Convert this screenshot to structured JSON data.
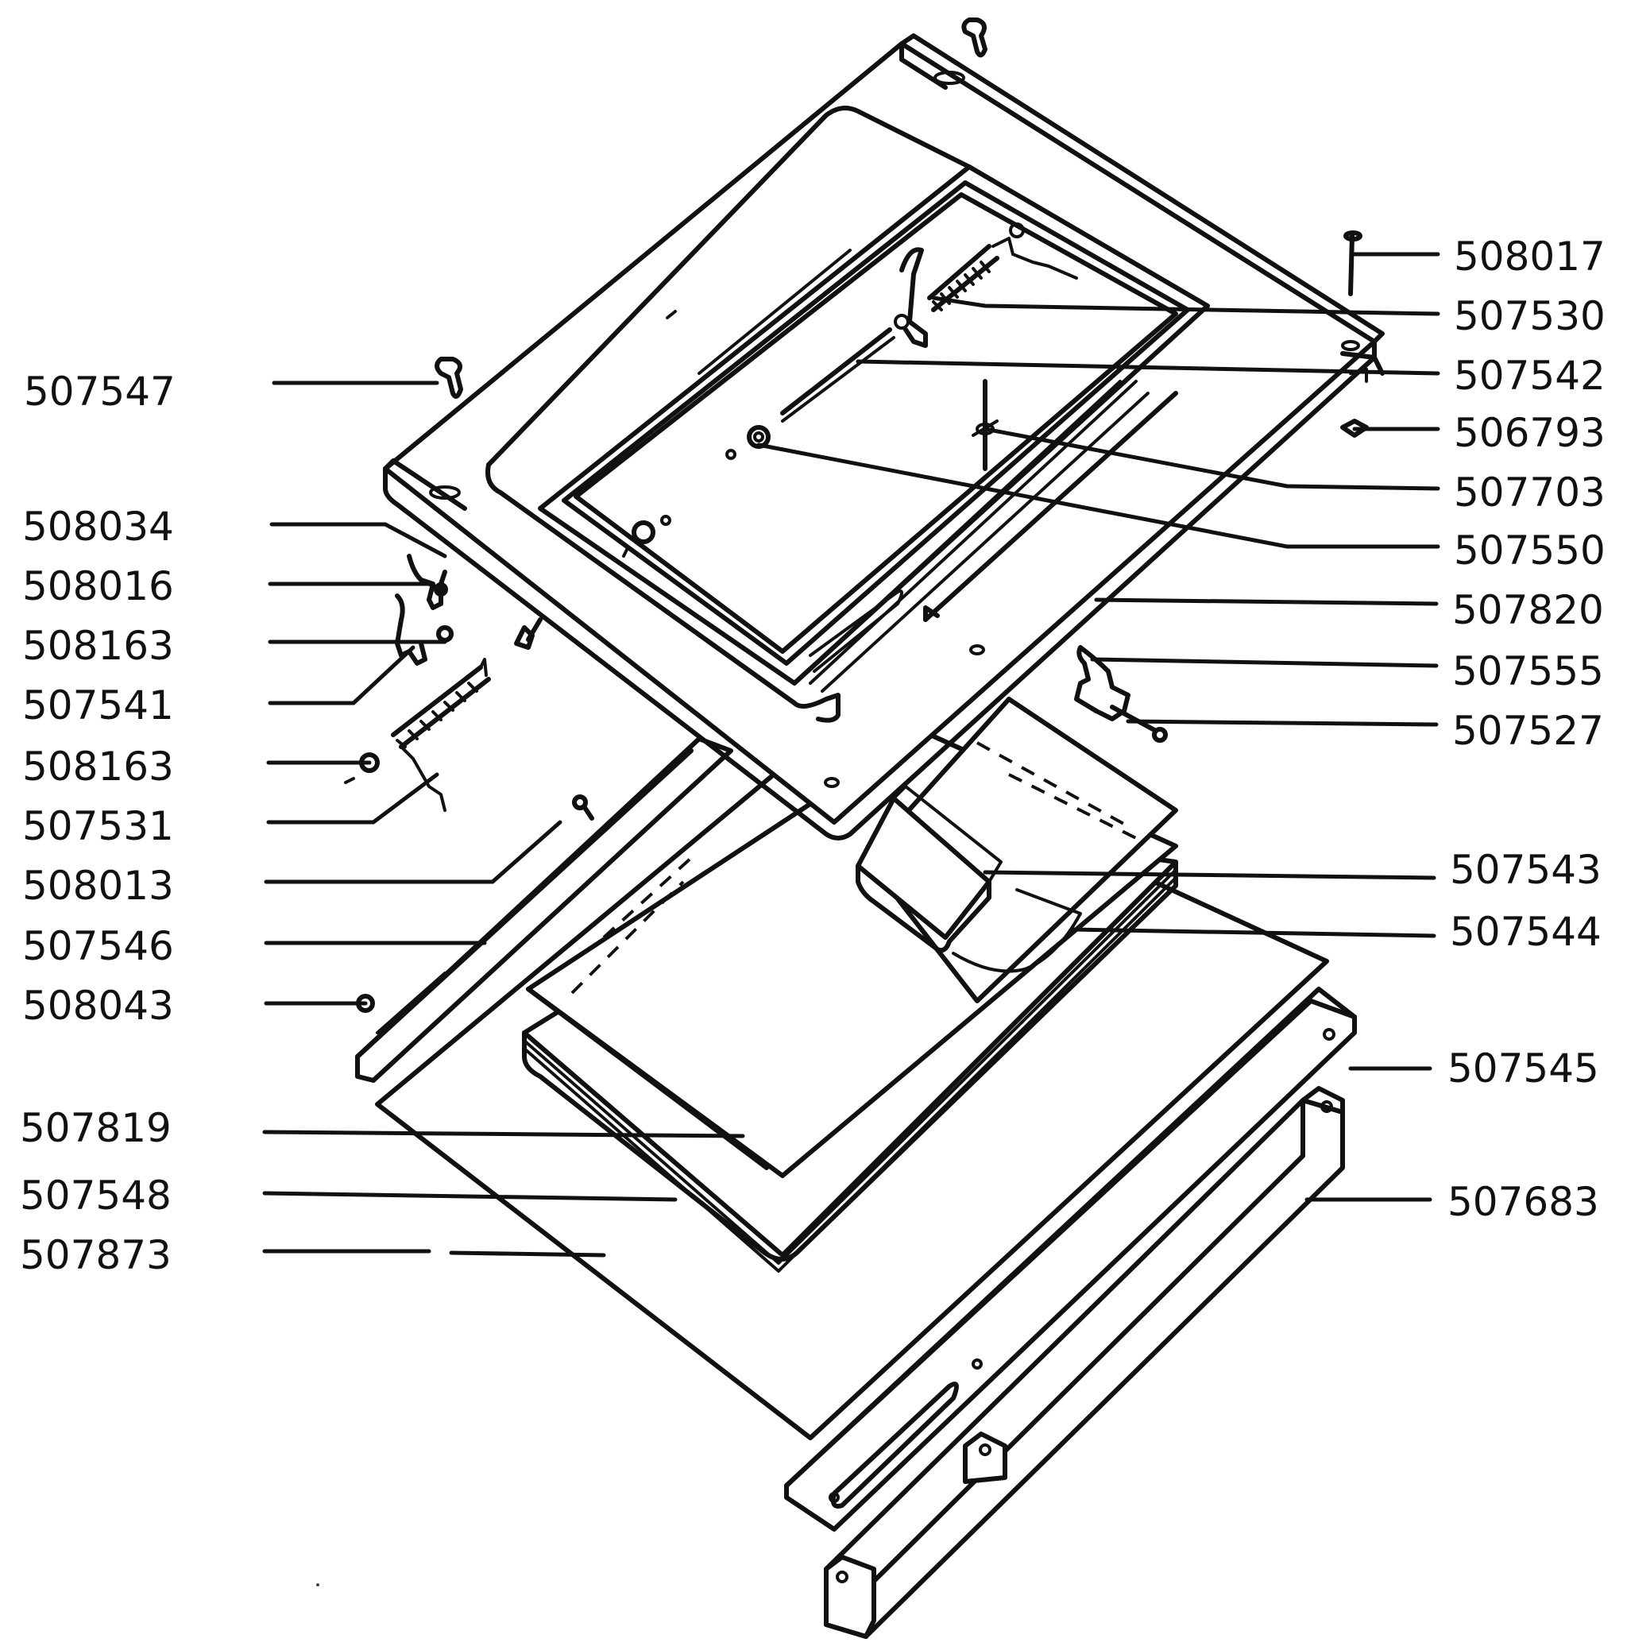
{
  "labels_left": [
    "507547",
    "508034",
    "508016",
    "508163",
    "507541",
    "508163",
    "507531",
    "508013",
    "507546",
    "508043",
    "507819",
    "507548",
    "507873"
  ],
  "labels_right": [
    "508017",
    "507530",
    "507542",
    "506793",
    "507703",
    "507550",
    "507820",
    "507555",
    "507527",
    "507543",
    "507544",
    "507545",
    "507683"
  ]
}
